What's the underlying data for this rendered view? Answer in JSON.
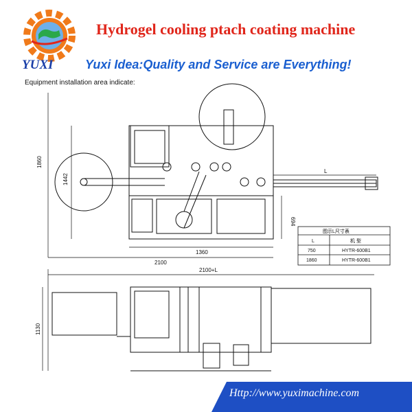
{
  "header": {
    "title": "Hydrogel cooling ptach coating machine",
    "brand": "YUXI",
    "slogan": "Yuxi Idea:Quality and Service are Everything!"
  },
  "drawing": {
    "subheading": "Equipment installation area indicate:",
    "dims": {
      "height_total": "1860",
      "height_inner": "1442",
      "height_lower": "694",
      "width_total": "2100",
      "width_inner": "1360",
      "extension": "L",
      "plan_width": "2100+L",
      "plan_depth": "1130"
    },
    "table": {
      "title": "图示L尺寸表",
      "headers": [
        "L",
        "机 型"
      ],
      "rows": [
        [
          "750",
          "HYTR-600B1"
        ],
        [
          "1860",
          "HYTR-600B1"
        ]
      ]
    }
  },
  "footer": {
    "url": "Http://www.yuximachine.com"
  },
  "colors": {
    "title_red": "#e0261b",
    "brand_blue": "#1a3fa8",
    "banner_blue": "#1e4fc4",
    "gear_orange": "#f07a1a"
  }
}
